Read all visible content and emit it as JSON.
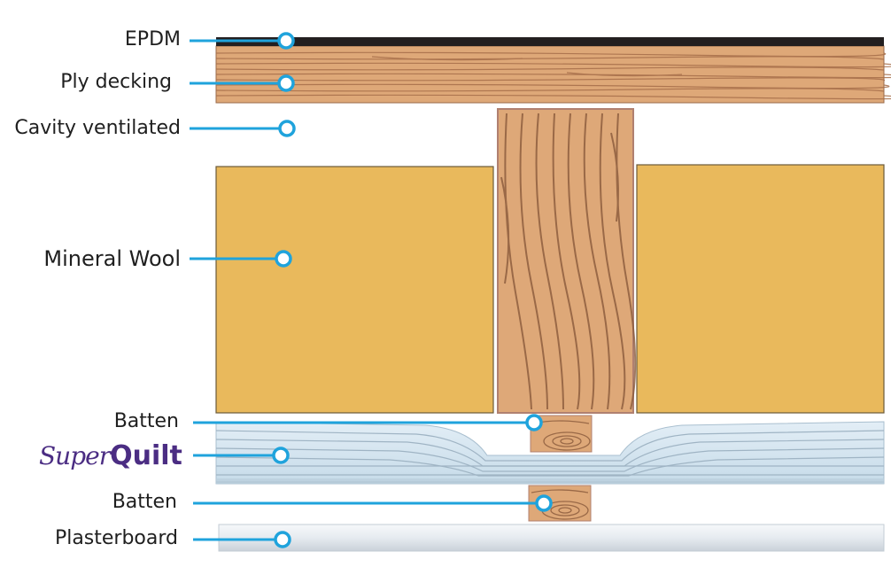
{
  "labels": {
    "epdm": "EPDM",
    "ply_decking": "Ply decking",
    "cavity_ventilated": "Cavity ventilated",
    "mineral_wool": "Mineral Wool",
    "batten_upper": "Batten",
    "batten_lower": "Batten",
    "plasterboard": "Plasterboard"
  },
  "logo": {
    "part1": "Super",
    "part2": "Quilt"
  },
  "colors": {
    "leader": "#1fa3dc",
    "epdm": "#231f20",
    "wood": "#dea878",
    "wood_grain": "#8a5a3c",
    "mineral_wool": "#e9b95c",
    "quilt": "#d2e5f1",
    "plasterboard": "#e8edf2",
    "logo": "#4b2d83"
  },
  "icons": [
    "callout-dot-icon"
  ]
}
